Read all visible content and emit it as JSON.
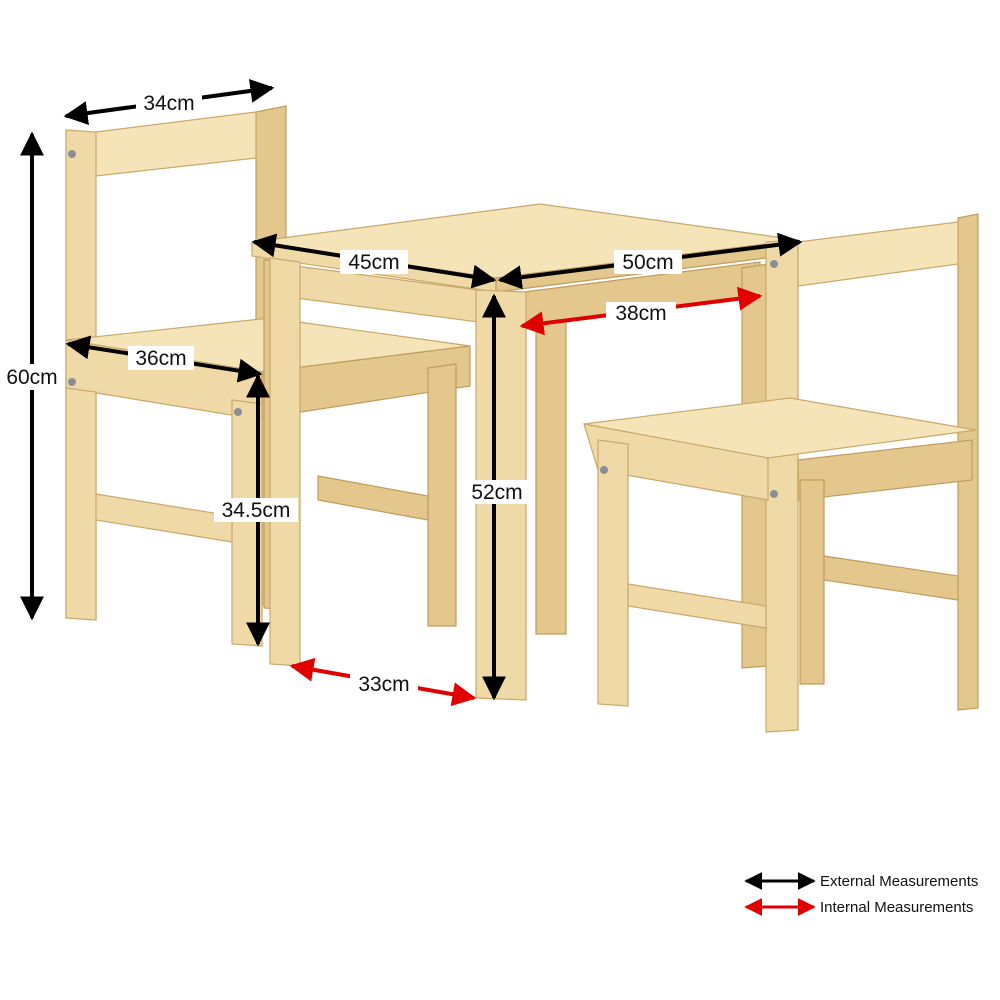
{
  "dimensions": {
    "chair_back_width": "34cm",
    "chair_height": "60cm",
    "chair_seat_depth": "36cm",
    "seat_height": "34.5cm",
    "table_depth": "45cm",
    "table_width": "50cm",
    "table_inner_width": "38cm",
    "table_height": "52cm",
    "table_inner_depth": "33cm"
  },
  "legend": {
    "external_label": "External Measurements",
    "internal_label": "Internal Measurements"
  },
  "colors": {
    "external_arrow": "#000000",
    "internal_arrow": "#e00000",
    "wood": "#efd9a6"
  }
}
